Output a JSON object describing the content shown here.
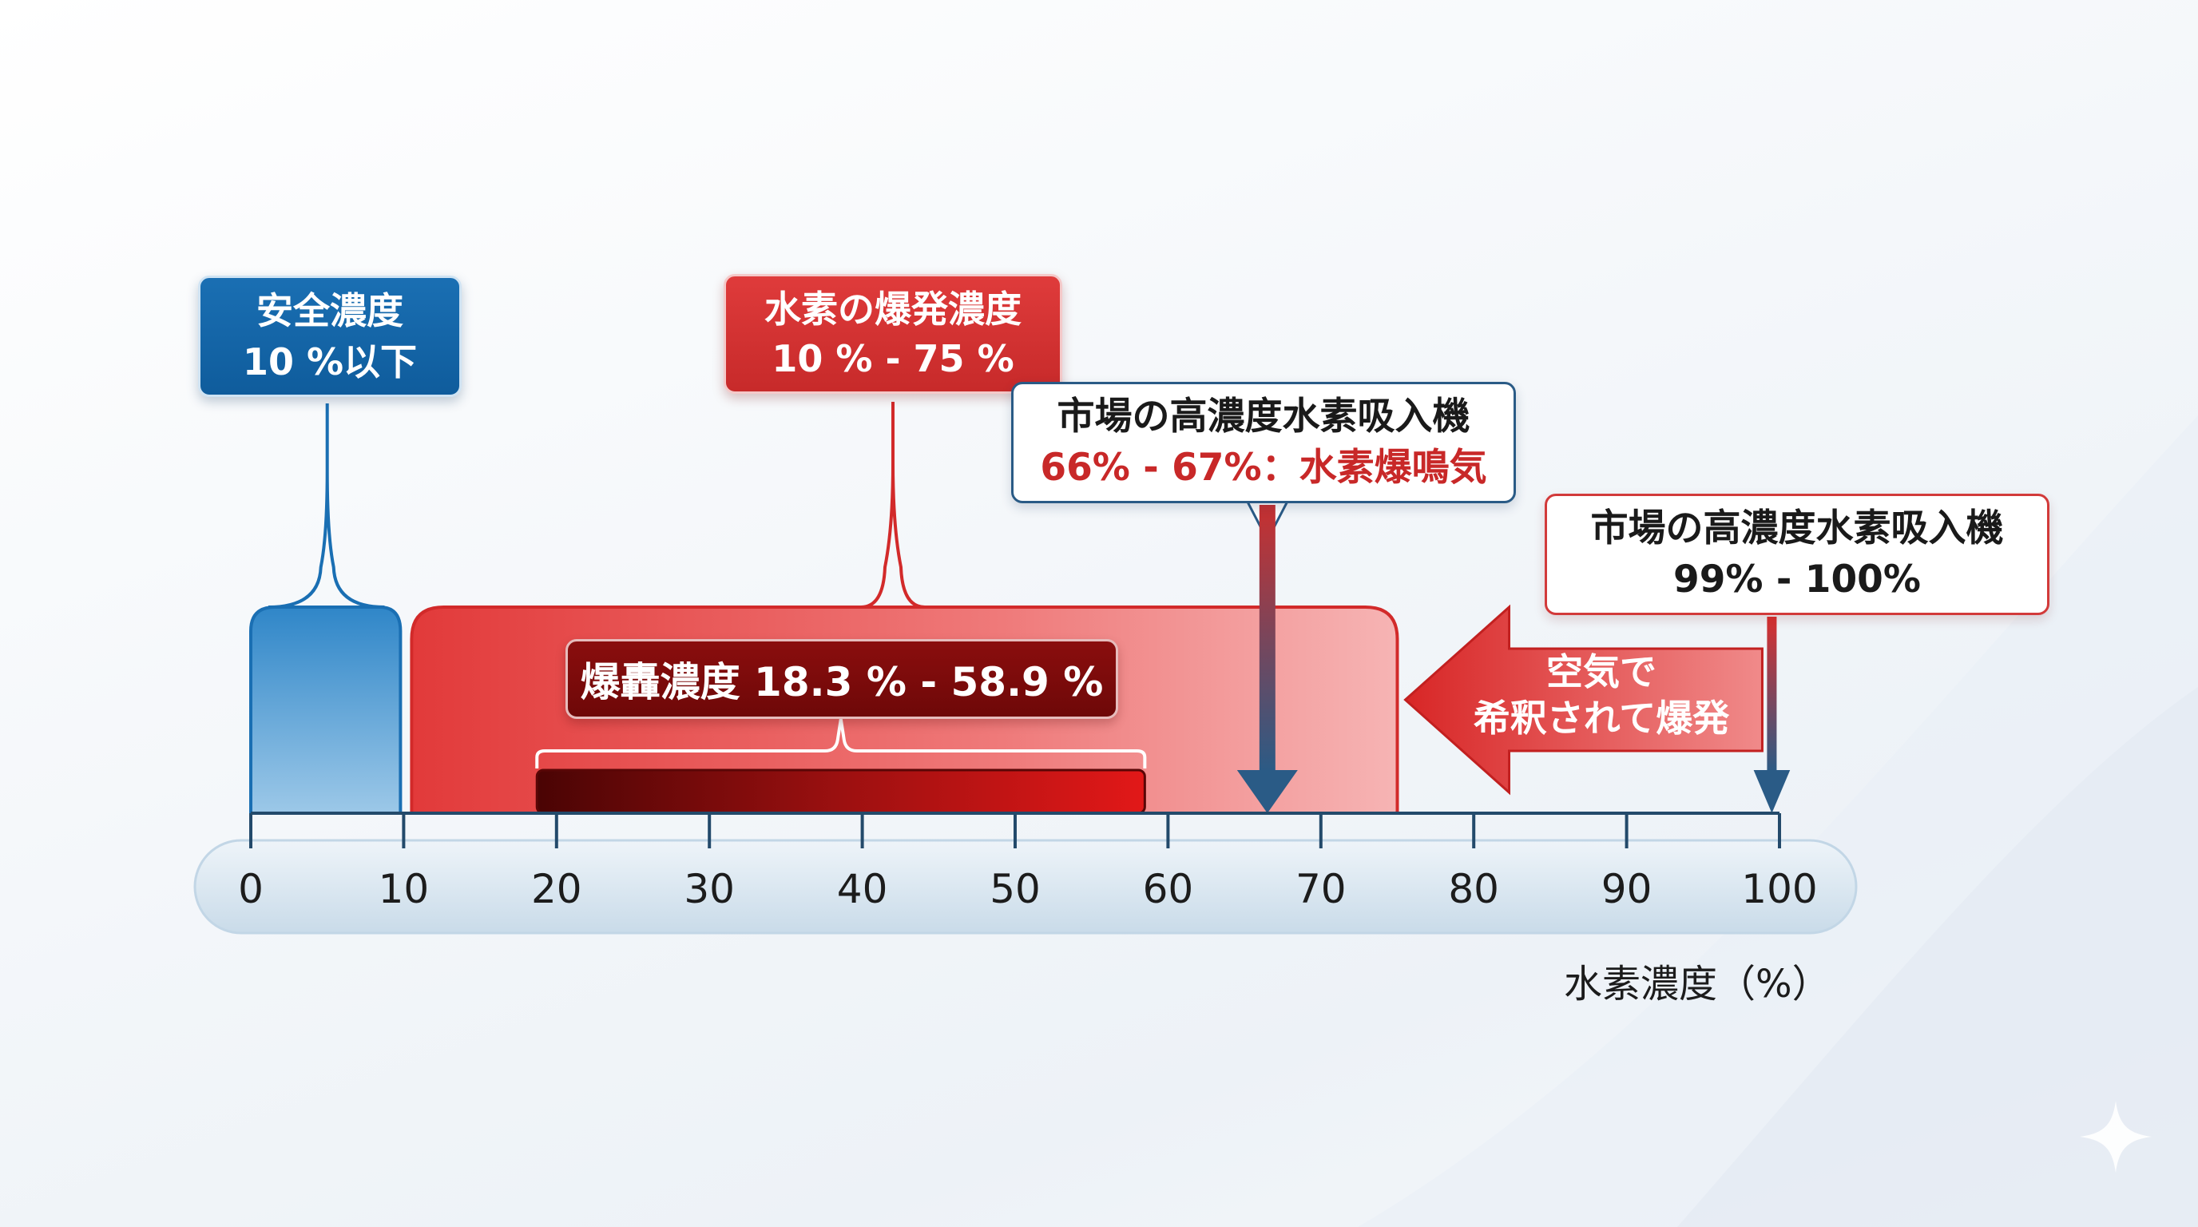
{
  "labels": {
    "safe": {
      "title": "安全濃度",
      "range": "10 %以下"
    },
    "explosive": {
      "title": "水素の爆発濃度",
      "range": "10 % - 75 %"
    },
    "market_high": {
      "title": "市場の高濃度水素吸入機",
      "range": "66% - 67%：水素爆鳴気"
    },
    "market_pure": {
      "title": "市場の高濃度水素吸入機",
      "range": "99% - 100%"
    },
    "detonation": "爆轟濃度 18.3 % - 58.9 %",
    "dilution_line1": "空気で",
    "dilution_line2": "希釈されて爆発"
  },
  "axis": {
    "title": "水素濃度（%）",
    "min": 0,
    "max": 100,
    "ticks": [
      0,
      10,
      20,
      30,
      40,
      50,
      60,
      70,
      80,
      90,
      100
    ],
    "tick_labels": [
      "0",
      "10",
      "20",
      "30",
      "40",
      "50",
      "60",
      "70",
      "80",
      "90",
      "100"
    ]
  },
  "ranges": {
    "safe": [
      0,
      10
    ],
    "explosive": [
      10,
      75
    ],
    "detonation": [
      18.3,
      58.9
    ]
  },
  "markers": {
    "market_high": 66.5,
    "market_pure": 99.5
  },
  "colors": {
    "safe": "#1a6fb3",
    "explosive": "#d93030",
    "detonation": "#7a0a0a",
    "market_border": "#2a5b86",
    "axis_bar": "#dce8f1"
  }
}
